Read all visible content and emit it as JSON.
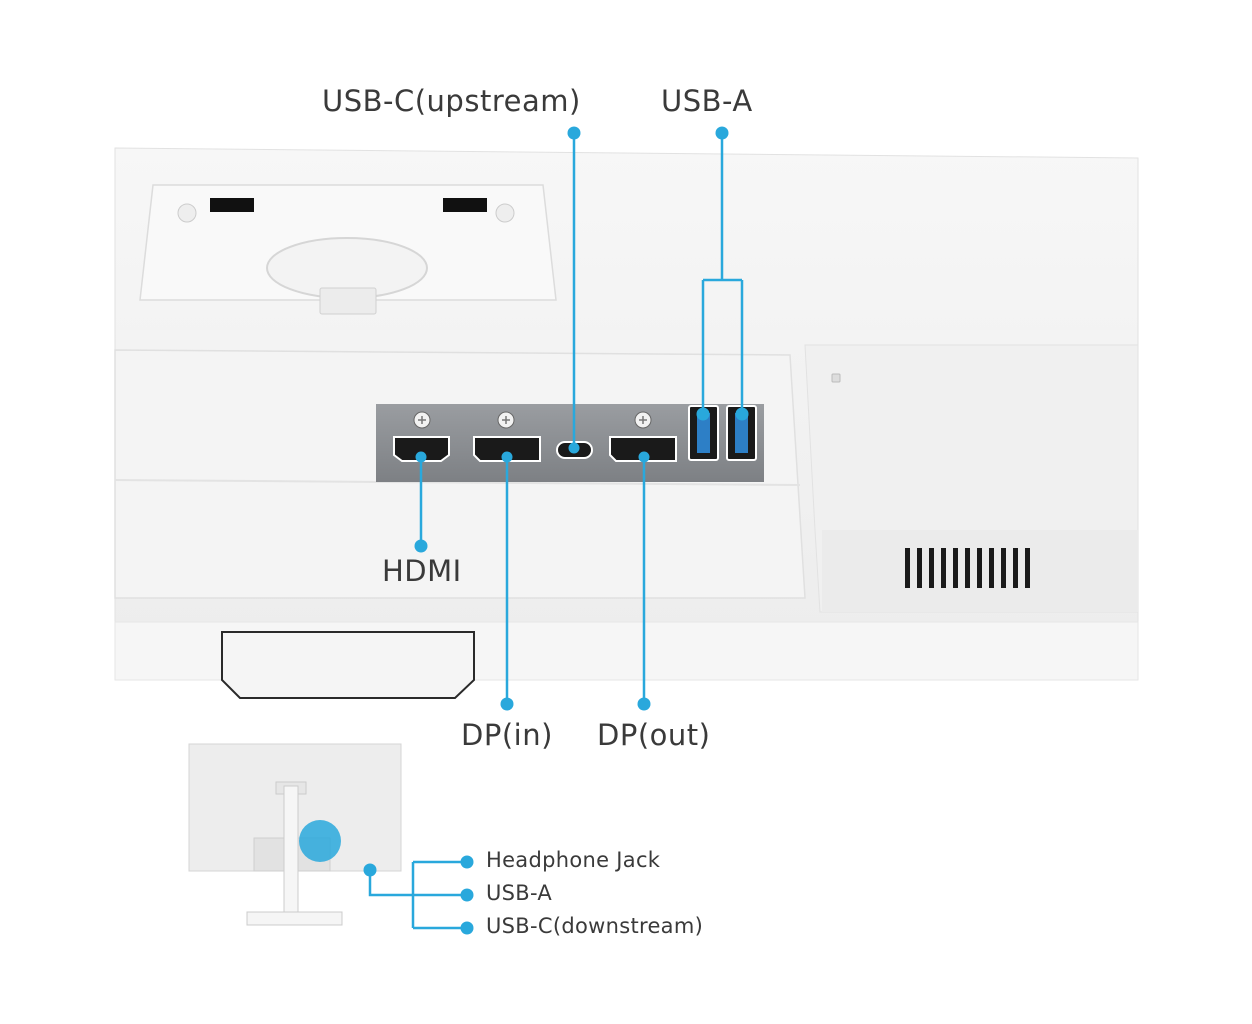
{
  "colors": {
    "accent": "#29a8dc",
    "monitor_body": "#f2f2f2",
    "port_panel": "#8c8f93",
    "text": "#3a3a3a"
  },
  "main_labels": {
    "usb_c_upstream": "USB-C(upstream)",
    "usb_a": "USB-A",
    "hdmi": "HDMI",
    "dp_in": "DP(in)",
    "dp_out": "DP(out)"
  },
  "side_labels": {
    "headphone_jack": "Headphone Jack",
    "usb_a": "USB-A",
    "usb_c_downstream": "USB-C(downstream)"
  },
  "icons": [
    "hdmi-port-icon",
    "displayport-icon",
    "usb-c-port-icon",
    "usb-a-port-icon",
    "screw-icon"
  ]
}
